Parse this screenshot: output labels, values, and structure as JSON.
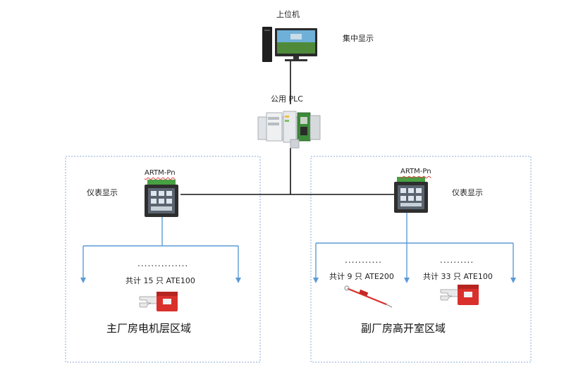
{
  "top": {
    "computer_label": "上位机",
    "display_label": "集中显示",
    "plc_label": "公用 PLC"
  },
  "left_zone": {
    "device_label": "ARTM-Pn",
    "meter_label": "仪表显示",
    "dots": "...............",
    "count_label": "共计 15 只 ATE100",
    "area_name": "主厂房电机层区域"
  },
  "right_zone": {
    "device_label": "ARTM-Pn",
    "meter_label": "仪表显示",
    "left_dots": "...........",
    "left_count_label": "共计 9 只 ATE200",
    "right_dots": "..........",
    "right_count_label": "共计 33 只 ATE100",
    "area_name": "副厂房高开室区域"
  },
  "colors": {
    "arrow": "#5b9bd5",
    "zone_border": "#8aaad6",
    "wire": "#111111",
    "sensor_red": "#d9302c"
  }
}
